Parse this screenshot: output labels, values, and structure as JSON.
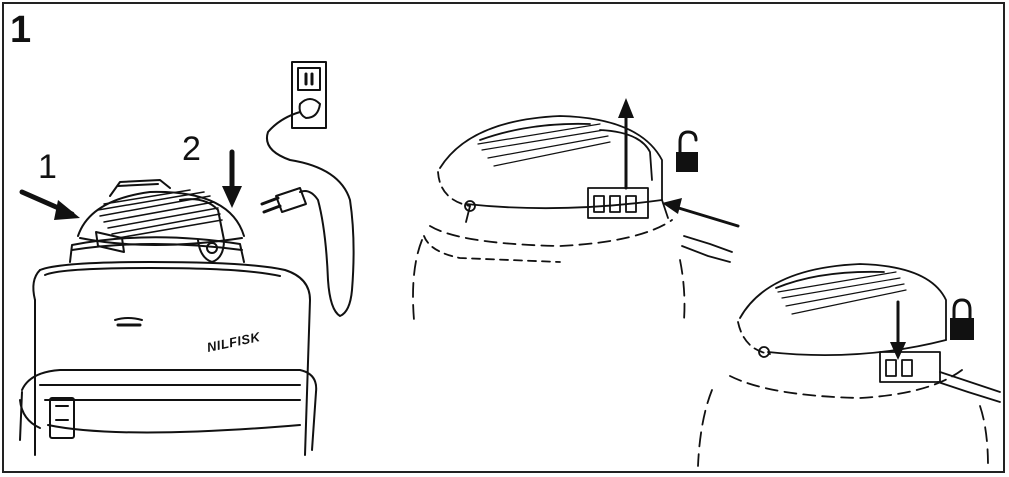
{
  "figure": {
    "step_number": "1",
    "callouts": [
      "1",
      "2"
    ],
    "brand_text": "NILFISK"
  },
  "icons": {
    "unlocked": "unlocked-padlock-icon",
    "locked": "locked-padlock-icon"
  },
  "colors": {
    "line": "#111111",
    "background": "#ffffff"
  }
}
